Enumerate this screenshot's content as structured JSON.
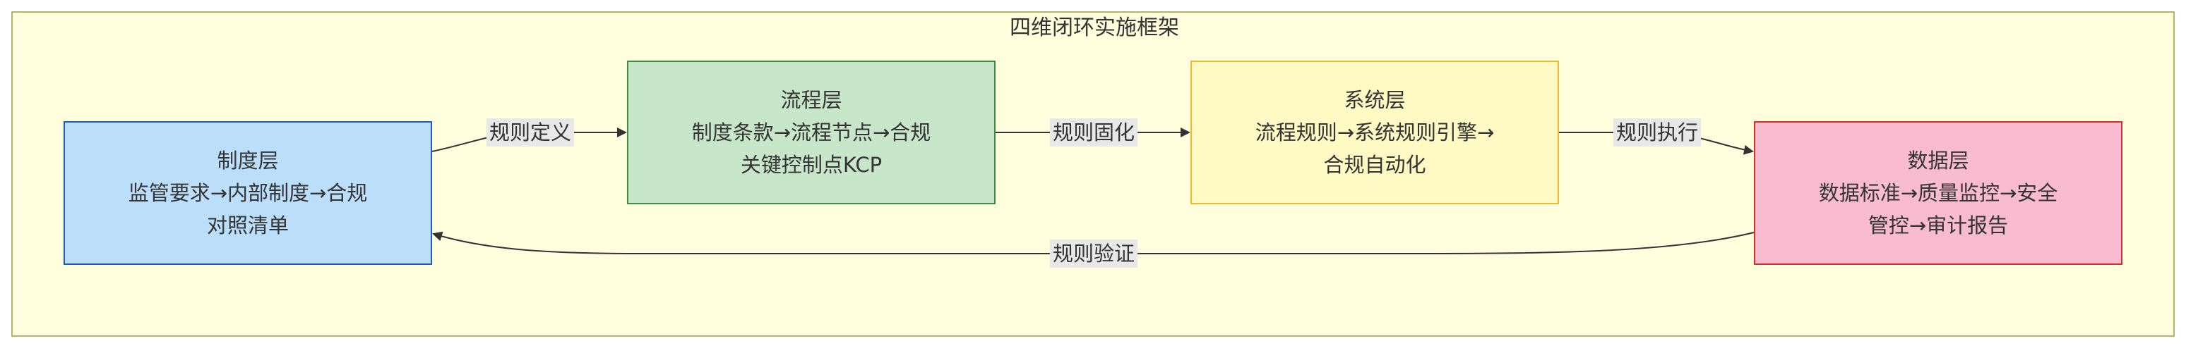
{
  "diagram": {
    "title": "四维闭环实施框架",
    "nodes": [
      {
        "id": "policy",
        "lines": [
          "制度层",
          "监管要求→内部制度→合规",
          "对照清单"
        ]
      },
      {
        "id": "process",
        "lines": [
          "流程层",
          "制度条款→流程节点→合规",
          "关键控制点KCP"
        ]
      },
      {
        "id": "system",
        "lines": [
          "系统层",
          "流程规则→系统规则引擎→",
          "合规自动化"
        ]
      },
      {
        "id": "data",
        "lines": [
          "数据层",
          "数据标准→质量监控→安全",
          "管控→审计报告"
        ]
      }
    ],
    "edges": [
      {
        "from": "policy",
        "to": "process",
        "label": "规则定义"
      },
      {
        "from": "process",
        "to": "system",
        "label": "规则固化"
      },
      {
        "from": "system",
        "to": "data",
        "label": "规则执行"
      },
      {
        "from": "data",
        "to": "policy",
        "label": "规则验证"
      }
    ],
    "colors": {
      "frame_fill": "#ffffde",
      "frame_border": "#b5b56a",
      "policy_fill": "#bbdefb",
      "policy_border": "#1e5fb4",
      "process_fill": "#c8e6c9",
      "process_border": "#3e8e41",
      "system_fill": "#fff9c4",
      "system_border": "#f7b733",
      "data_fill": "#f8bbd0",
      "data_border": "#d32f2f",
      "edge": "#333333"
    }
  }
}
